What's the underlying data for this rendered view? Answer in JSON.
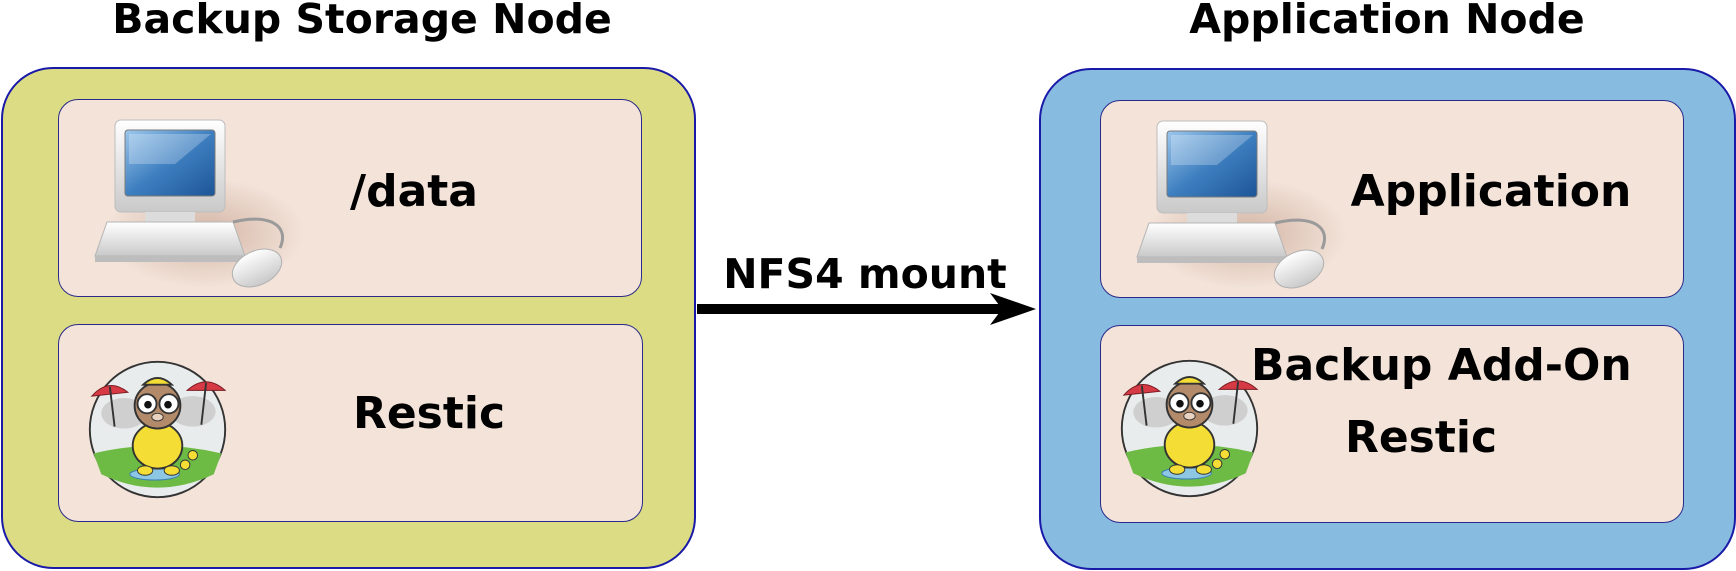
{
  "backup_node": {
    "title": "Backup Storage Node",
    "panels": [
      {
        "icon": "computer-icon",
        "label": "/data"
      },
      {
        "icon": "gopher-mascot-icon",
        "label": "Restic"
      }
    ]
  },
  "application_node": {
    "title": "Application Node",
    "panels": [
      {
        "icon": "computer-icon",
        "label": "Application"
      },
      {
        "icon": "gopher-mascot-icon",
        "label_line1": "Backup Add-On",
        "label_line2": "Restic"
      }
    ]
  },
  "connection": {
    "label": "NFS4 mount",
    "direction": "backup-to-application"
  },
  "colors": {
    "backup_node_fill": "#dcdc85",
    "application_node_fill": "#88bbe0",
    "panel_fill": "#f3e3d9",
    "border": "#1a1aa8"
  }
}
